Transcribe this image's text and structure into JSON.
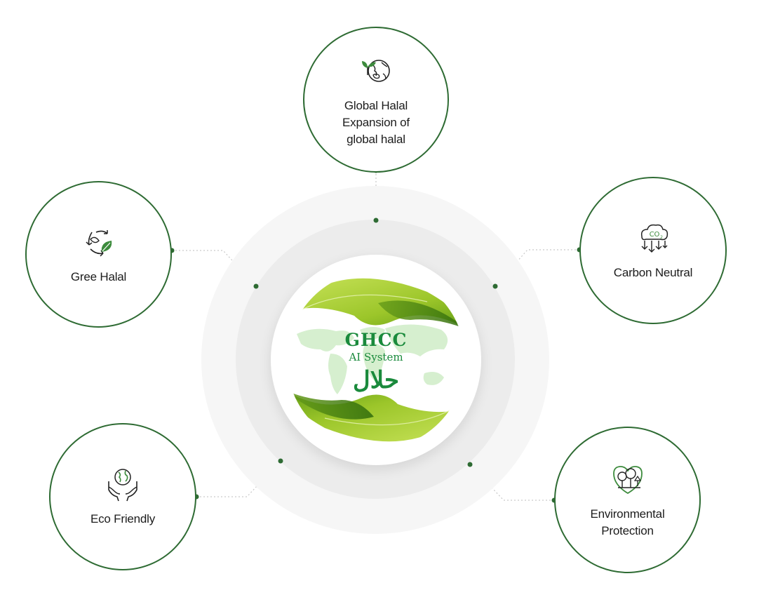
{
  "logo": {
    "title": "GHCC",
    "subtitle": "AI System",
    "arabic": "حلال"
  },
  "nodes": {
    "top": {
      "label": "Global Halal\nExpansion of\nglobal halal",
      "icon": "globe-plant-icon"
    },
    "left": {
      "label": "Gree Halal",
      "icon": "recycle-leaf-icon"
    },
    "right": {
      "label": "Carbon Neutral",
      "icon": "co2-cloud-icon"
    },
    "bottom_left": {
      "label": "Eco Friendly",
      "icon": "hands-globe-icon"
    },
    "bottom_right": {
      "label": "Environmental\nProtection",
      "icon": "heart-trees-icon"
    }
  },
  "colors": {
    "node_border": "#2e6b33",
    "connector_dot": "#2e6b33",
    "logo_text": "#1a8a3c",
    "leaf_light": "#a8d12a",
    "leaf_dark": "#4f8a12"
  }
}
